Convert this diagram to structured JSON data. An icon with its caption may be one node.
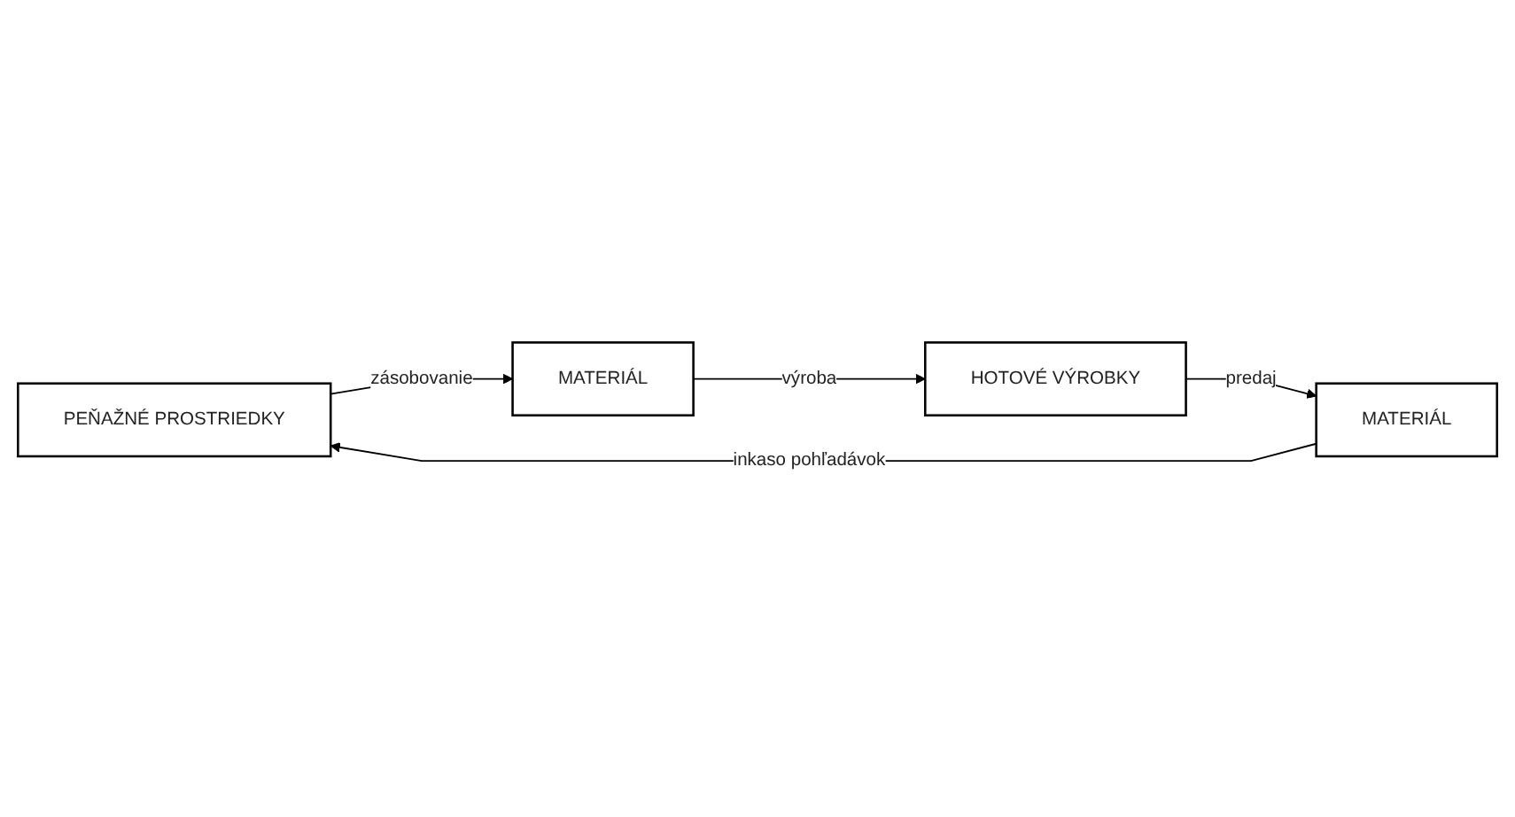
{
  "diagram": {
    "nodes": [
      {
        "text": [
          "PEŇAŽNÉ PROSTRIEDKY"
        ]
      },
      {
        "text": [
          "MATERIÁL"
        ]
      },
      {
        "text": [
          "HOTOVÉ VÝROBKY"
        ]
      },
      {
        "text": [
          "MATERIÁL"
        ]
      }
    ],
    "edges": [
      {
        "from": 0,
        "to": 1,
        "arrow": "to",
        "label": "zásobovanie"
      },
      {
        "from": 1,
        "to": 2,
        "arrow": "to",
        "label": "výroba"
      },
      {
        "from": 2,
        "to": 3,
        "arrow": "to",
        "label": "predaj"
      },
      {
        "from": 3,
        "to": 0,
        "arrow": "to",
        "label": "inkaso pohľadávok"
      }
    ]
  }
}
